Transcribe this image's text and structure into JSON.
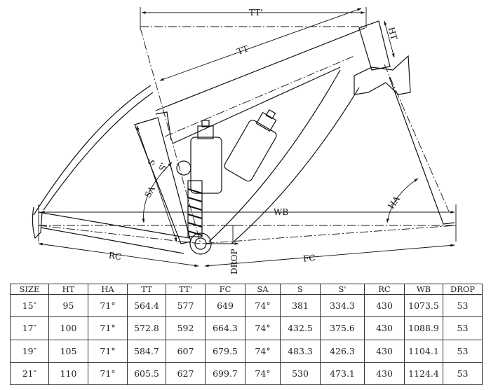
{
  "diagram": {
    "labels": {
      "tt_prime": "TT'",
      "tt": "TT",
      "ht": "HT",
      "s": "S",
      "s_prime": "S'",
      "sa": "SA",
      "wb": "WB",
      "ha": "HA",
      "rc": "RC",
      "drop": "DROP",
      "fc": "FC"
    }
  },
  "table": {
    "headers": [
      "SIZE",
      "HT",
      "HA",
      "TT",
      "TT'",
      "FC",
      "SA",
      "S",
      "S'",
      "RC",
      "WB",
      "DROP"
    ],
    "rows": [
      [
        "15″",
        "95",
        "71°",
        "564.4",
        "577",
        "649",
        "74°",
        "381",
        "334.3",
        "430",
        "1073.5",
        "53"
      ],
      [
        "17″",
        "100",
        "71°",
        "572.8",
        "592",
        "664.3",
        "74°",
        "432.5",
        "375.6",
        "430",
        "1088.9",
        "53"
      ],
      [
        "19″",
        "105",
        "71°",
        "584.7",
        "607",
        "679.5",
        "74°",
        "483.3",
        "426.3",
        "430",
        "1104.1",
        "53"
      ],
      [
        "21″",
        "110",
        "71°",
        "605.5",
        "627",
        "699.7",
        "74°",
        "530",
        "473.1",
        "430",
        "1124.4",
        "53"
      ]
    ]
  }
}
